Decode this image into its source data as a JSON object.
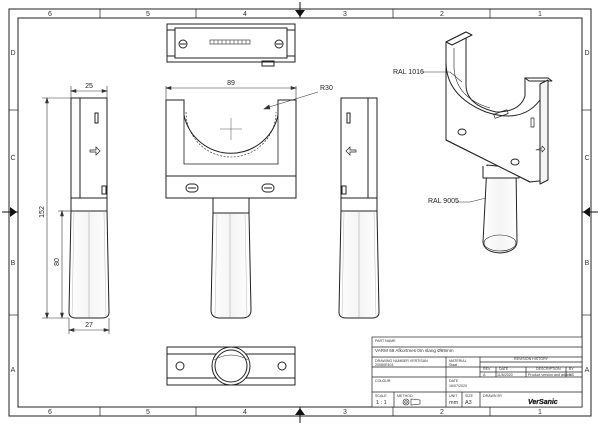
{
  "frame": {
    "col_top": [
      "6",
      "5",
      "4",
      "3",
      "2",
      "1"
    ],
    "col_bottom": [
      "6",
      "5",
      "4",
      "3",
      "2",
      "1"
    ],
    "row_left": [
      "D",
      "C",
      "B",
      "A"
    ],
    "row_right": [
      "D",
      "C",
      "B",
      "A"
    ]
  },
  "dimensions": {
    "width_25": "25",
    "width_89": "89",
    "radius": "R30",
    "height_152": "152",
    "height_80": "80",
    "width_27": "27"
  },
  "callouts": {
    "ral_top": "RAL 1016",
    "ral_bottom": "RAL 9005"
  },
  "title_block": {
    "part_name_label": "PART NAME",
    "part_name": "VARM 69  Afkortmes 0m slang Ø69mm",
    "drawing_number_label": "DRAWING NUMBER VERTISAN",
    "drawing_number": "20080E403",
    "material_label": "MATERIAL",
    "material": "Staal",
    "colour_label": "COLOUR",
    "date_label": "DATE",
    "date": "16/07/2020",
    "scale_label": "SCALE",
    "scale": "1 : 1",
    "method_label": "METHOD",
    "unit_label": "UNIT",
    "unit": "mm",
    "size_label": "SIZE",
    "size": "A3",
    "drawn_by_label": "DRAWN BY",
    "logo": "VerSanic",
    "revision_header": "REVISION HISTORY",
    "rev_cols": [
      "REV",
      "DATE",
      "DESCRIPTION",
      "BY"
    ],
    "rev_row": [
      "A",
      "11/6/2020",
      "Product version and added",
      "NS"
    ]
  }
}
